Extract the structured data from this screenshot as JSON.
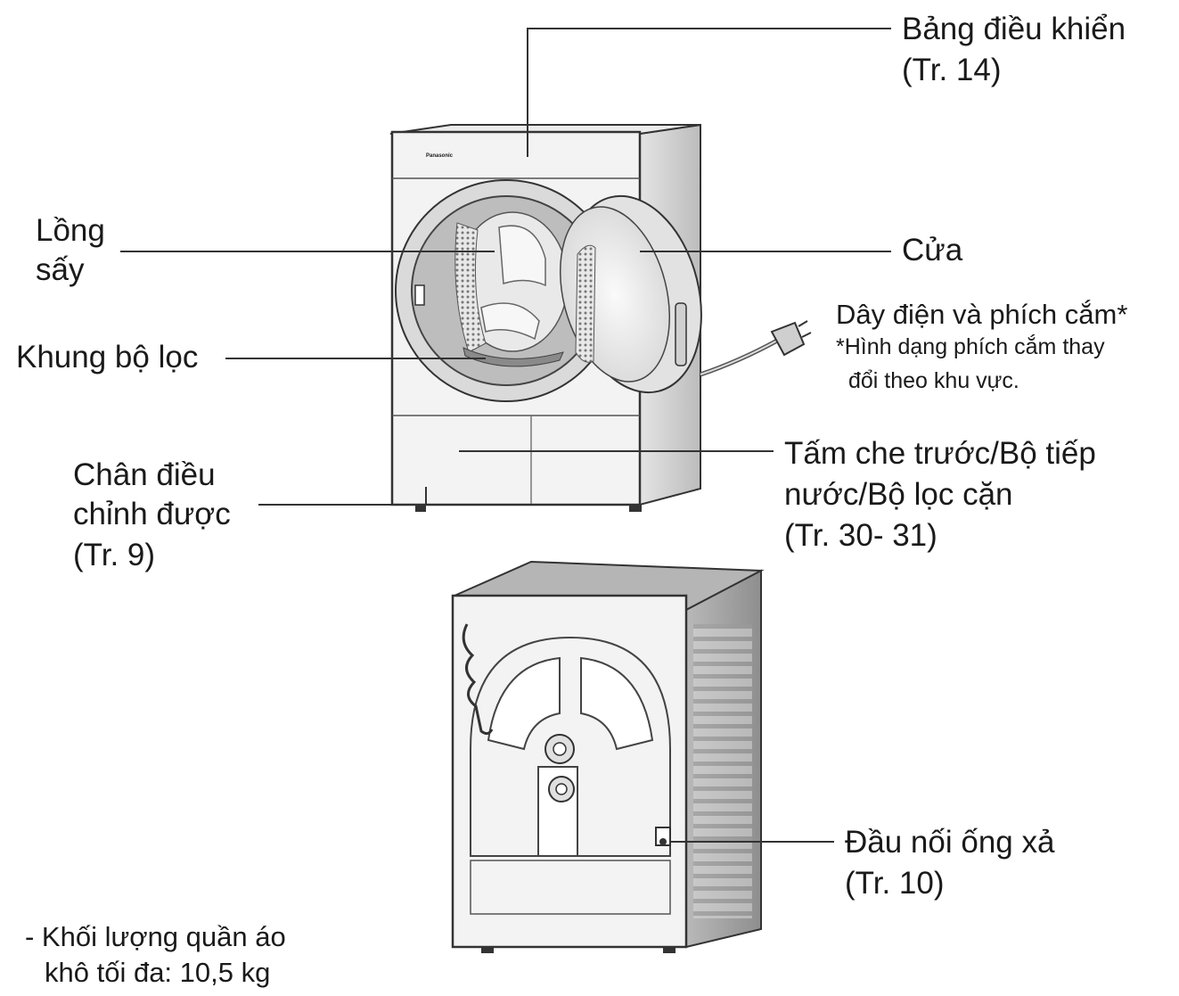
{
  "brand": "Panasonic",
  "labels": {
    "control_panel": {
      "line1": "Bảng điều khiển",
      "line2": "(Tr. 14)"
    },
    "drum": {
      "line1": "Lồng",
      "line2": "sấy"
    },
    "filter_frame": {
      "line1": "Khung bộ lọc"
    },
    "adjustable_feet": {
      "line1": "Chân điều",
      "line2": "chỉnh được",
      "line3": "(Tr. 9)"
    },
    "door": {
      "line1": "Cửa"
    },
    "power_cord": {
      "line1": "Dây điện và phích cắm*",
      "note1": "*Hình dạng phích cắm thay",
      "note2": "đổi theo khu vực."
    },
    "front_cover": {
      "line1": "Tấm che trước/Bộ tiếp",
      "line2": "nước/Bộ lọc cặn",
      "line3": "(Tr. 30- 31)"
    },
    "drain_connector": {
      "line1": "Đầu nối ống xả",
      "line2": "(Tr. 10)"
    },
    "capacity": {
      "line1": "- Khối lượng quần áo",
      "line2": "khô tối đa: 10,5 kg"
    }
  },
  "colors": {
    "ink": "#1a1a1a",
    "line": "#333333",
    "body": "#f2f2f2",
    "shade": "#bdbdbd"
  }
}
